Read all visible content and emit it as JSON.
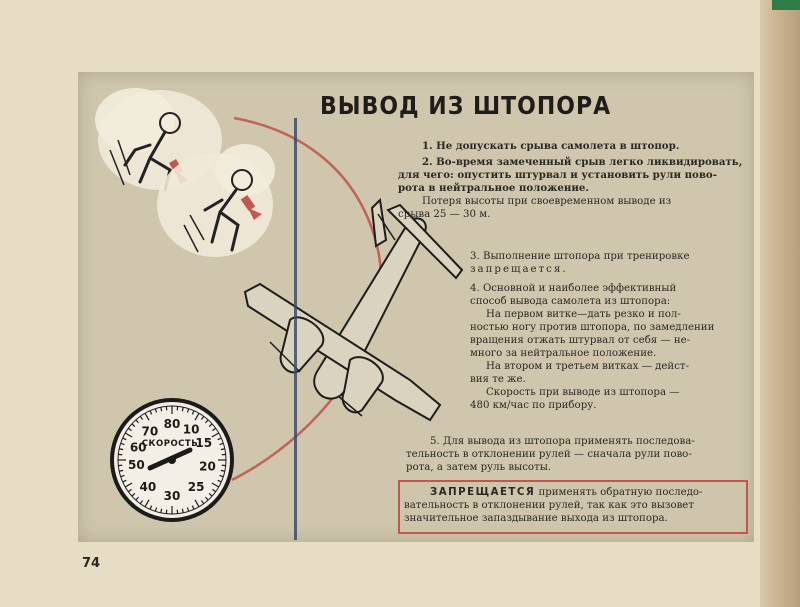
{
  "page_number": "74",
  "title": "ВЫВОД ИЗ ШТОПОРА",
  "sections": {
    "s1": "1. Не допускать срыва самолета в штопор.",
    "s2_lines": [
      "2. Во-время замеченный срыв легко ликвидировать,",
      "для чего: опустить штурвал и установить рули пово-",
      "рота в нейтральное положение."
    ],
    "s2b_lines": [
      "Потеря высоты при своевременном выводе из",
      "срыва 25 — 30 м."
    ],
    "s3_line1": "3. Выполнение штопора при тренировке",
    "s3_line2": "запрещается.",
    "s4_lines": [
      "4. Основной и наиболее эффективный",
      "способ вывода самолета из штопора:",
      "На первом витке—дать резко и пол-",
      "ностью ногу против штопора, по замедлении",
      "вращения отжать штурвал от себя — не-",
      "много за нейтральное положение.",
      "На втором и третьем витках — дейст-",
      "вия те же.",
      "Скорость при выводе из штопора —",
      "480 км/час по прибору."
    ],
    "s5_lines": [
      "5. Для вывода из штопора применять последова-",
      "тельность в отклонении рулей — сначала рули пово-",
      "рота, а затем руль высоты."
    ]
  },
  "warning": {
    "word": "ЗАПРЕЩАЕТСЯ",
    "line1_rest": " применять обратную последо-",
    "line2": "вательность в отклонении рулей, так как это вызовет",
    "line3": "значительное запаздывание выхода из штопора."
  },
  "gauge": {
    "label": "СКОРОСТЬ",
    "ticks": [
      "10",
      "15",
      "20",
      "25",
      "30",
      "40",
      "50",
      "60",
      "70",
      "80"
    ]
  },
  "colors": {
    "plate": "#cfc6ad",
    "red_accent": "#c0584f",
    "blue_line": "#3d4a6b",
    "ink": "#2a2824"
  }
}
